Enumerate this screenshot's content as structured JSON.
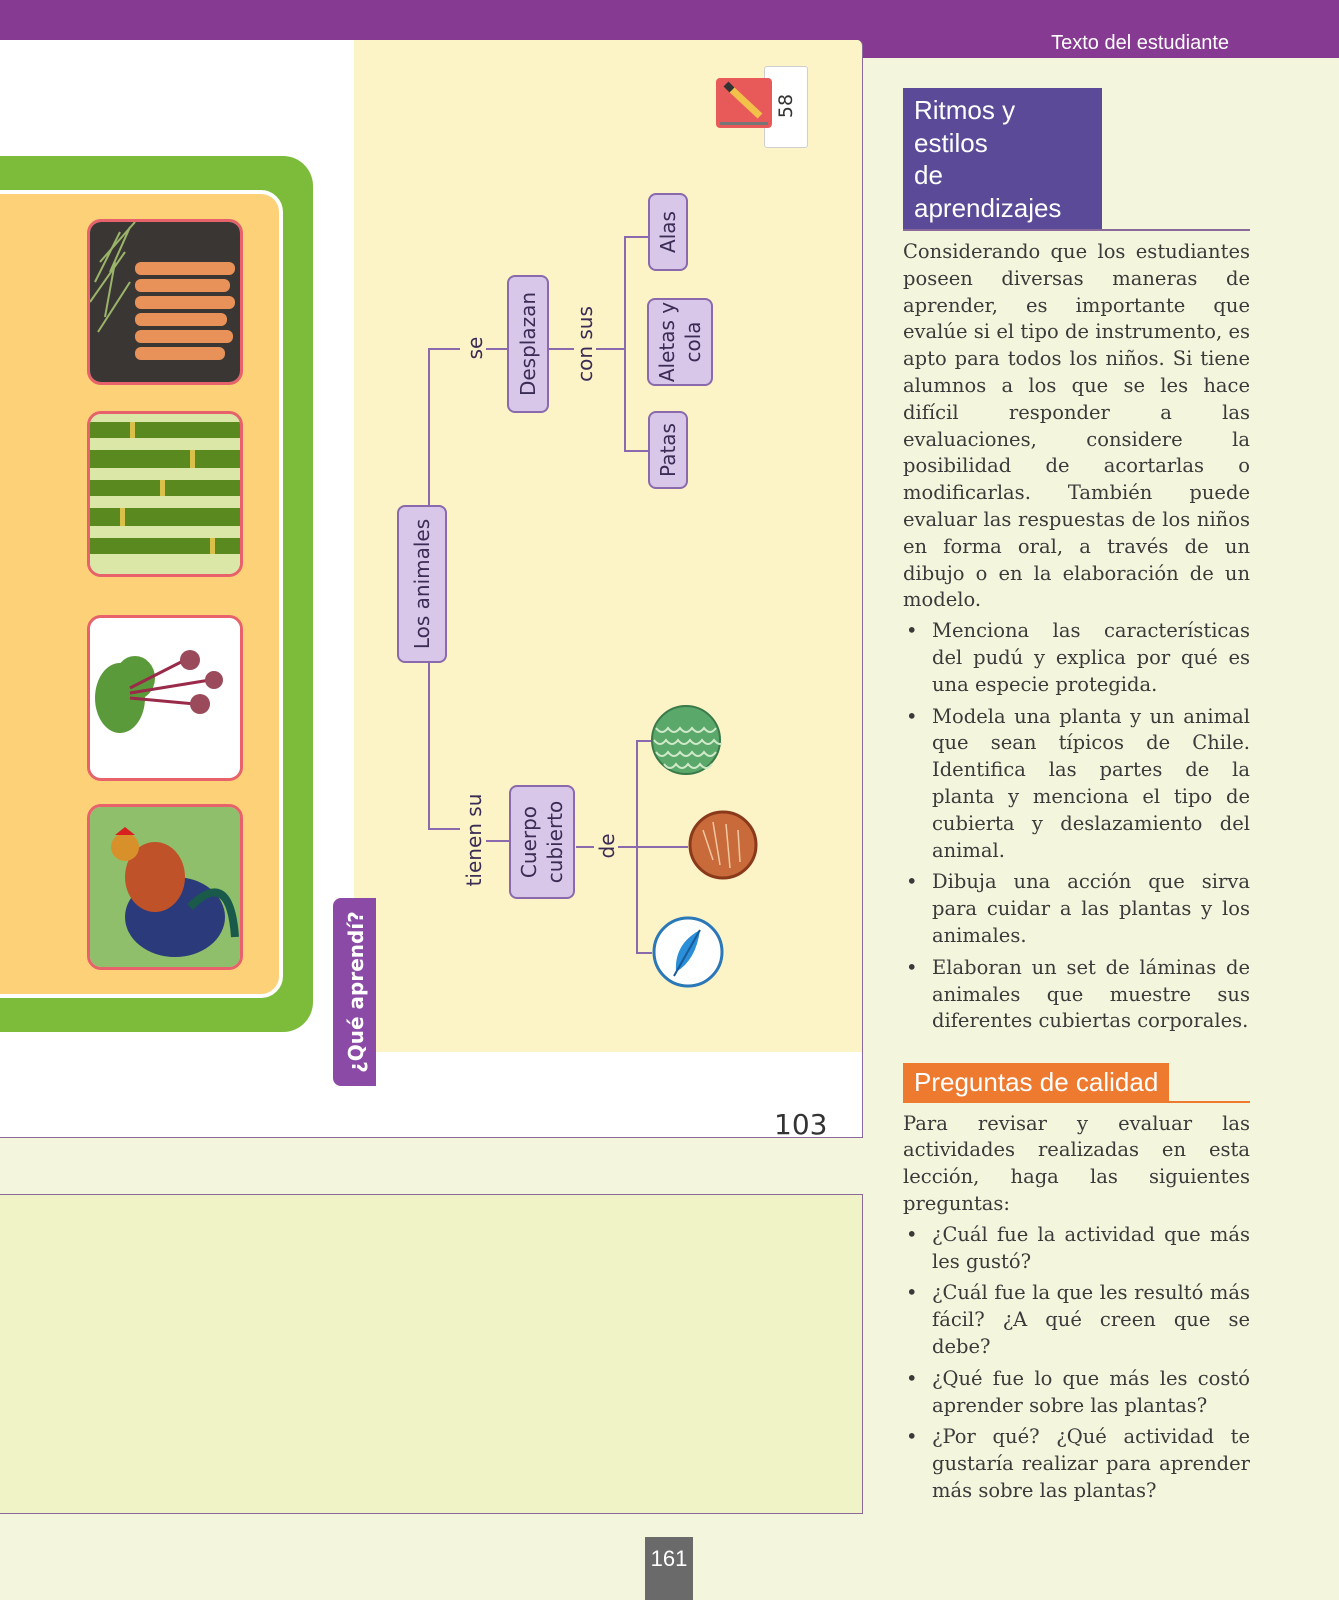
{
  "header": {
    "label": "Texto del estudiante"
  },
  "student_page": {
    "pencil_badge": {
      "number": "58",
      "icon": "pencil-icon"
    },
    "section_tab": "¿Qué aprendí?",
    "concept_map": {
      "root": "Los animales",
      "branch_move": {
        "connector": "se",
        "node": "Desplazan",
        "connector2": "con sus",
        "items": [
          "Alas",
          "Aletas y cola",
          "Patas"
        ]
      },
      "branch_cover": {
        "connector": "tienen su",
        "node": "Cuerpo cubierto",
        "connector2": "de",
        "items_icons": [
          "scales-icon",
          "fur-icon",
          "feather-icon"
        ]
      }
    },
    "photos": [
      "carrots-photo",
      "bamboo-photo",
      "beets-photo",
      "rooster-photo"
    ],
    "page_number": "103"
  },
  "ritmos": {
    "title_line1": "Ritmos y estilos",
    "title_line2": "de aprendizajes",
    "body": "Considerando que los estudiantes po­seen diversas maneras de aprender, es importante que evalúe si el tipo de ins­trumento, es apto para todos los niños. Si tiene alumnos a los que se les hace difícil responder a las evaluaciones, considere la posibilidad de acortarlas o modificarlas. También puede evaluar las respuestas de los niños en forma oral, a través de un dibujo o en la ela­boración de un modelo.",
    "bullets": [
      "Menciona las características del pudú y explica por qué es una es­pecie protegida.",
      "Modela una planta y un animal que sean típicos de Chile. Identifica las partes de la  planta y menciona el tipo de cubierta y deslazamiento del animal.",
      "Dibuja una acción que sirva para cuidar a las plantas y los animales.",
      "Elaboran un set de láminas de ani­males que muestre sus diferentes cubiertas corporales."
    ]
  },
  "preguntas": {
    "title": "Preguntas de calidad",
    "body": "Para revisar y evaluar las actividades realizadas en esta lección, haga las si­guientes preguntas:",
    "bullets": [
      "¿Cuál fue la actividad que más les gustó?",
      "¿Cuál fue la que les resultó más fá­cil? ¿A qué creen que se debe?",
      "¿Qué fue lo que más les costó aprender sobre las plantas?",
      "¿Por qué? ¿Qué actividad te gustaría realizar para aprender más sobre las plantas?"
    ]
  },
  "footer": {
    "page_number": "161"
  },
  "colors": {
    "purple": "#873a92",
    "violet_title": "#5a4a98",
    "orange_title": "#ee7a30",
    "page_bg": "#f4f5dd",
    "map_bg": "#fcf3c6"
  }
}
